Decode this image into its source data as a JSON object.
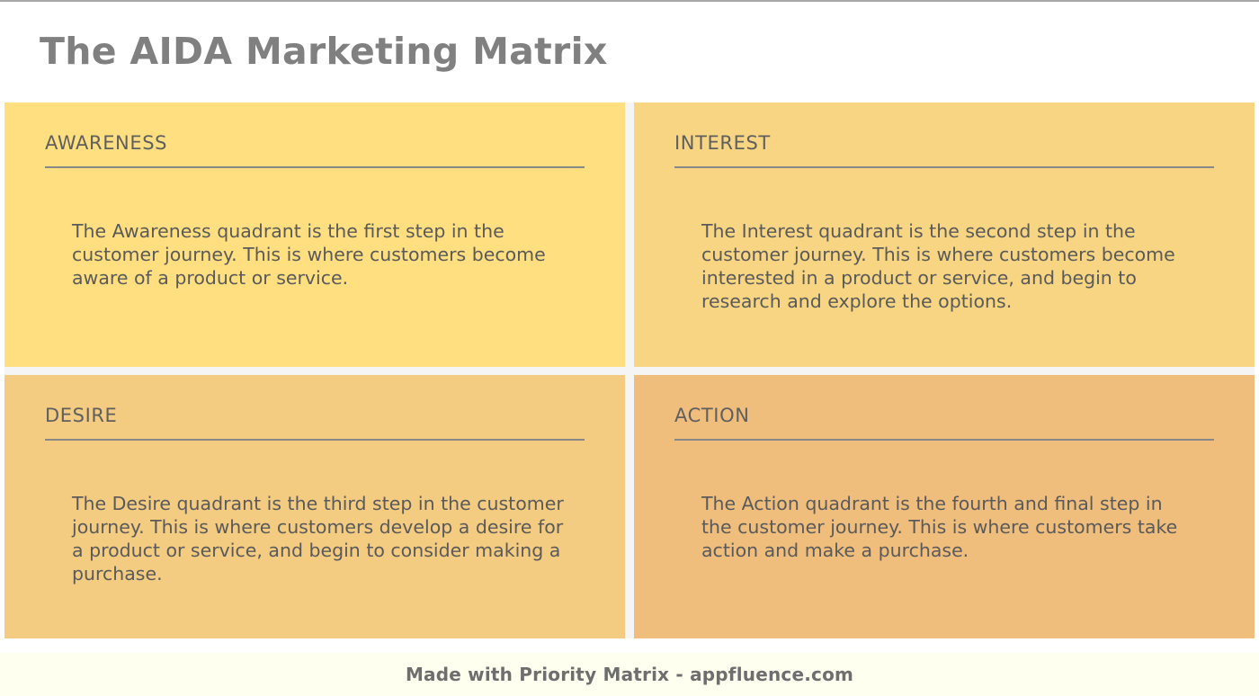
{
  "header": {
    "title": "The AIDA Marketing Matrix"
  },
  "matrix": {
    "quadrants": [
      {
        "id": "awareness",
        "label": "AWARENESS",
        "body": "The Awareness quadrant is the first step in the customer journey. This is where customers become aware of a product or service.",
        "bg_color": "#ffdf80"
      },
      {
        "id": "interest",
        "label": "INTEREST",
        "body": "The Interest quadrant is the second step in the customer journey. This is where customers become interested in a product or service, and begin to research and explore the options.",
        "bg_color": "#f7d582"
      },
      {
        "id": "desire",
        "label": "DESIRE",
        "body": "The Desire quadrant is the third step in the customer journey. This is where customers develop a desire for a product or service, and begin to consider making a purchase.",
        "bg_color": "#f3cb81"
      },
      {
        "id": "action",
        "label": "ACTION",
        "body": "The Action quadrant is the fourth and final step in the customer journey. This is where customers take action and make a purchase.",
        "bg_color": "#efbe7d"
      }
    ]
  },
  "footer": {
    "text": "Made with Priority Matrix - appfluence.com",
    "bg_color": "#fffff0"
  }
}
